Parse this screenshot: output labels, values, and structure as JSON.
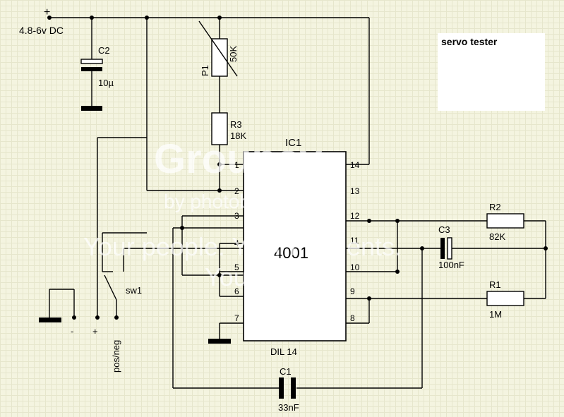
{
  "title": "servo tester",
  "supply": {
    "plus": "+",
    "label": "4.8-6v DC"
  },
  "components": {
    "c2": {
      "name": "C2",
      "value": "10µ"
    },
    "p1": {
      "name": "P1",
      "value": "50K"
    },
    "r3": {
      "name": "R3",
      "value": "18K"
    },
    "ic1": {
      "name": "IC1",
      "chip": "4001",
      "package": "DIL 14"
    },
    "r2": {
      "name": "R2",
      "value": "82K"
    },
    "c3": {
      "name": "C3",
      "value": "100nF"
    },
    "r1": {
      "name": "R1",
      "value": "1M"
    },
    "c1": {
      "name": "C1",
      "value": "33nF"
    },
    "sw1": {
      "name": "sw1"
    }
  },
  "pins": {
    "left": [
      "1",
      "2",
      "3",
      "4",
      "5",
      "6",
      "7"
    ],
    "right": [
      "14",
      "13",
      "12",
      "11",
      "10",
      "9",
      "8"
    ]
  },
  "connector": {
    "minus": "-",
    "plus": "+",
    "signal": "pos/neg"
  },
  "watermark": {
    "logo": "Groupsy",
    "by": "by photobucket",
    "line1": "Your people. Your moments.",
    "line2": "Your space."
  }
}
